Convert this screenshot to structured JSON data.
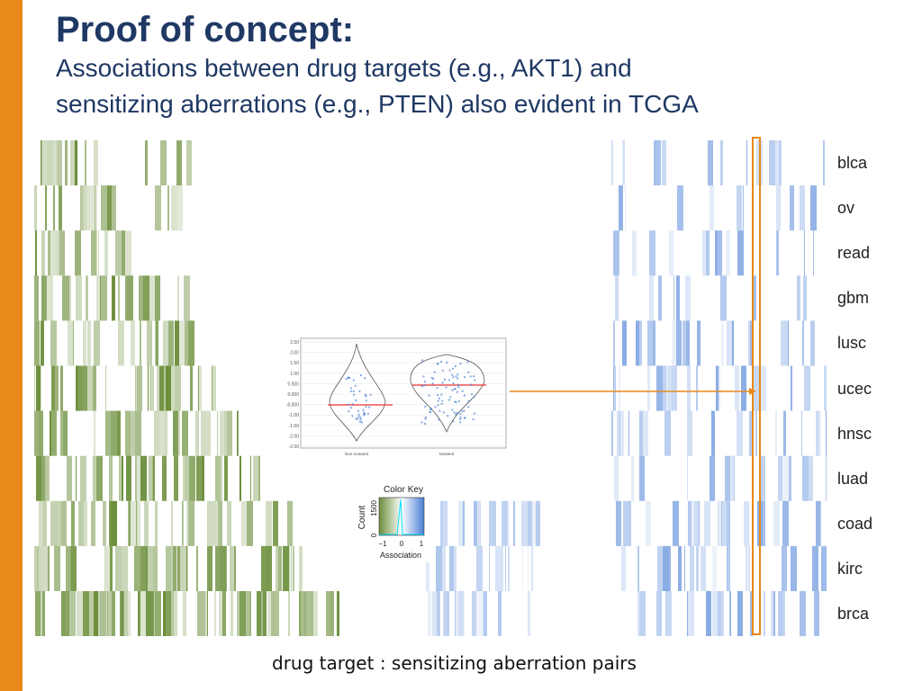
{
  "slide": {
    "title": "Proof of concept:",
    "subtitle_line1": "Associations between drug targets (e.g., AKT1) and",
    "subtitle_line2": "sensitizing aberrations (e.g., PTEN) also evident in TCGA",
    "caption": "drug target : sensitizing aberration pairs",
    "accent_color": "#e8891a",
    "title_color": "#1f3864"
  },
  "heatmap": {
    "rows": [
      "blca",
      "ov",
      "read",
      "gbm",
      "lusc",
      "ucec",
      "hnsc",
      "luad",
      "coad",
      "kirc",
      "brca"
    ],
    "negative_color": "#6b8e3a",
    "positive_color": "#4a7fd6"
  },
  "violin_plot": {
    "y_ticks": [
      "2.50",
      "2.00",
      "1.50",
      "1.00",
      "0.500",
      "0.000",
      "-0.500",
      "-1.00",
      "-1.50",
      "-2.00",
      "-2.50"
    ],
    "x_labels": [
      "Non-mutated",
      "Mutated"
    ]
  },
  "color_key": {
    "title": "Color Key",
    "ylabel": "Count",
    "y_ticks": [
      "0",
      "1500"
    ],
    "x_ticks": [
      "−1",
      "0",
      "1"
    ],
    "xlabel": "Association"
  }
}
